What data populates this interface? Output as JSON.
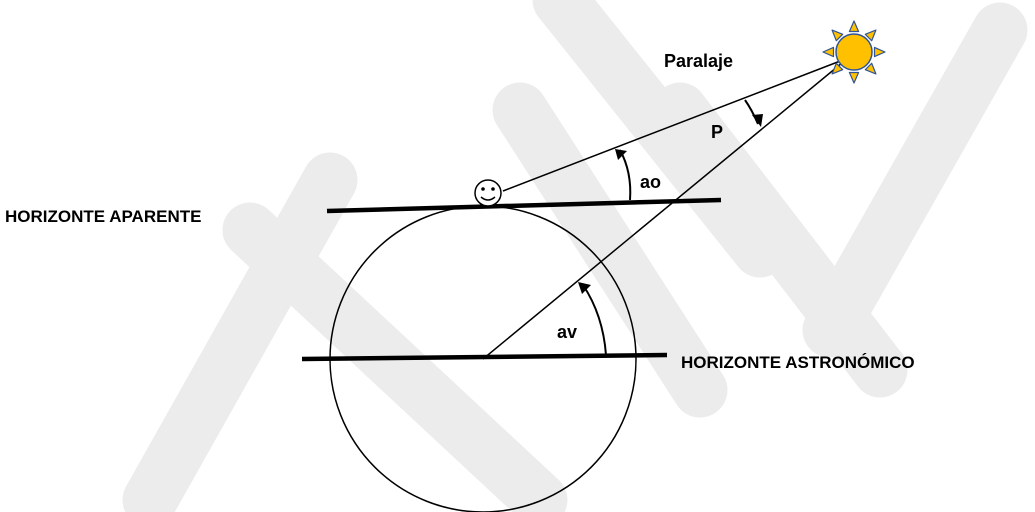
{
  "labels": {
    "parallax": "Paralaje",
    "p": "P",
    "ao": "ao",
    "av": "av",
    "apparent_horizon": "HORIZONTE APARENTE",
    "astronomical_horizon": "HORIZONTE ASTRONÓMICO"
  },
  "colors": {
    "line": "#000000",
    "sun_fill": "#ffc000",
    "sun_ray": "#ffc000",
    "sun_stroke": "#2f5597",
    "watermark": "#ececec"
  },
  "icons": {
    "sun": "sun-icon",
    "observer": "smiley-observer-icon"
  }
}
